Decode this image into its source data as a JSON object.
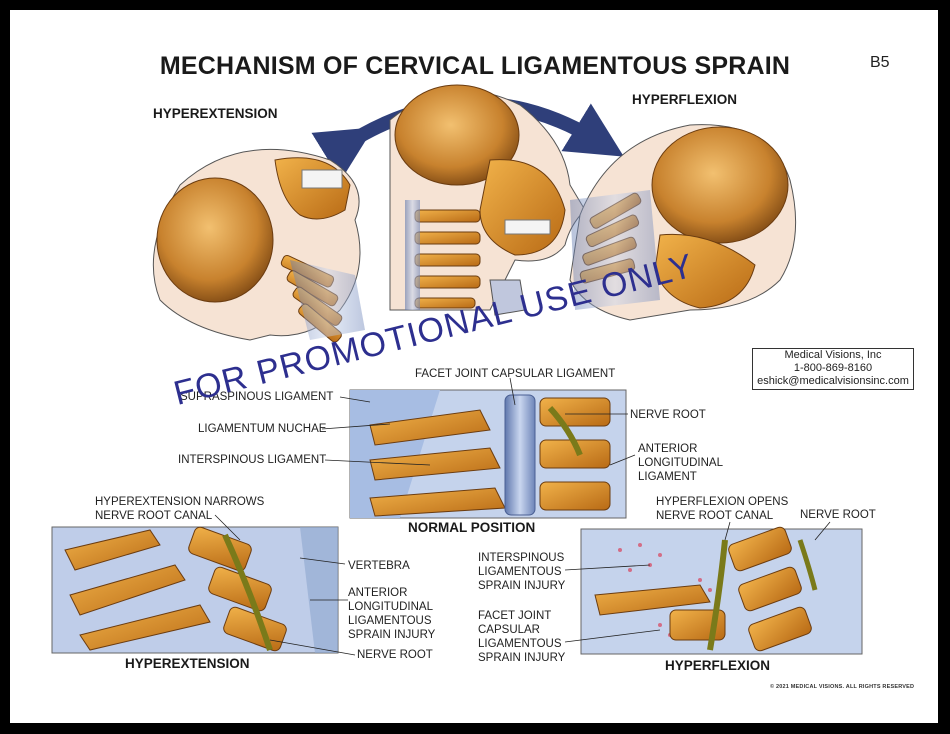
{
  "title": "MECHANISM OF CERVICAL LIGAMENTOUS SPRAIN",
  "plate_code": "B5",
  "top_labels": {
    "hyperextension": "HYPEREXTENSION",
    "hyperflexion": "HYPERFLEXION"
  },
  "contact": {
    "company": "Medical Visions, Inc",
    "phone": "1-800-869-8160",
    "email": "eshick@medicalvisionsinc.com"
  },
  "watermark": "FOR PROMOTIONAL USE ONLY",
  "normal_panel": {
    "caption": "NORMAL POSITION",
    "labels": {
      "facet_joint_capsular": "FACET JOINT CAPSULAR LIGAMENT",
      "supraspinous": "SUPRASPINOUS LIGAMENT",
      "ligamentum_nuchae": "LIGAMENTUM NUCHAE",
      "interspinous": "INTERSPINOUS LIGAMENT",
      "nerve_root": "NERVE ROOT",
      "anterior_longitudinal": "ANTERIOR LONGITUDINAL LIGAMENT"
    }
  },
  "hyperextension_panel": {
    "caption": "HYPEREXTENSION",
    "labels": {
      "narrows": "HYPEREXTENSION NARROWS NERVE ROOT CANAL",
      "vertebra": "VERTEBRA",
      "anterior_sprain": "ANTERIOR LONGITUDINAL LIGAMENTOUS SPRAIN INJURY",
      "nerve_root": "NERVE ROOT"
    }
  },
  "hyperflexion_panel": {
    "caption": "HYPERFLEXION",
    "labels": {
      "opens": "HYPERFLEXION OPENS NERVE ROOT CANAL",
      "nerve_root": "NERVE ROOT",
      "interspinous_sprain": "INTERSPINOUS LIGAMENTOUS SPRAIN INJURY",
      "facet_sprain": "FACET JOINT CAPSULAR LIGAMENTOUS SPRAIN INJURY"
    }
  },
  "copyright": "© 2021 MEDICAL VISIONS. ALL RIGHTS RESERVED",
  "colors": {
    "bone": "#d9902a",
    "brain": "#c98a3a",
    "ligament": "#8ea6cf",
    "arrow": "#2f3f7a",
    "watermark": "#2d2f8f"
  }
}
